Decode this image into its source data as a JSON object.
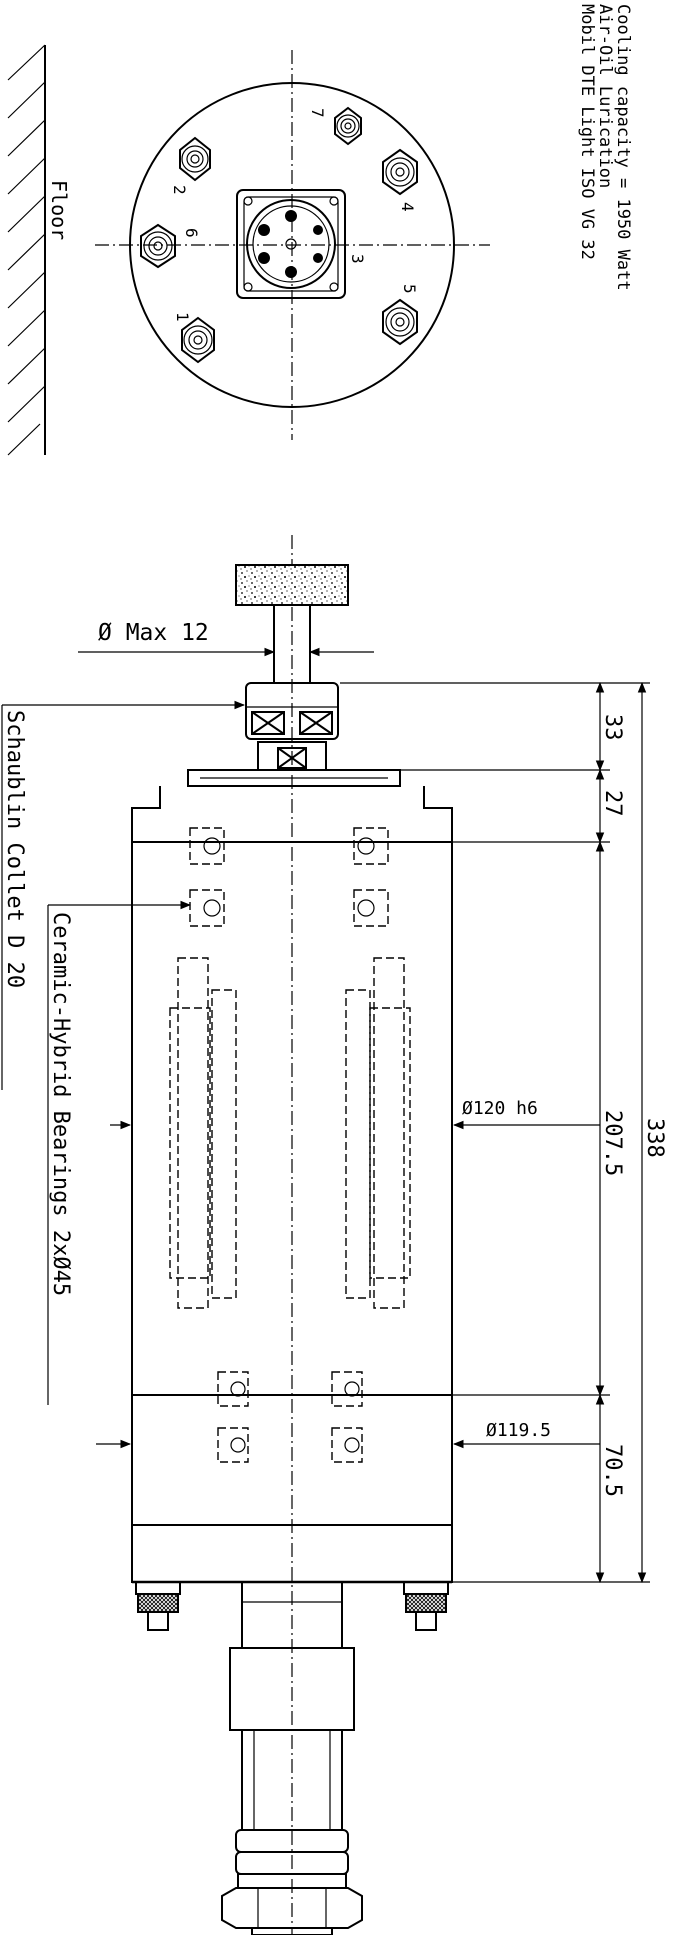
{
  "notes": {
    "cooling": "Cooling capacity = 1950 Watt",
    "lubrication": "Air-Oil Lurication",
    "oil": "Mobil DTE Light ISO VG 32"
  },
  "floor_label": "Floor",
  "ports": [
    "1",
    "2",
    "3",
    "4",
    "5",
    "6",
    "7"
  ],
  "dimensions": {
    "max_diameter": "Ø Max 12",
    "d1": "33",
    "d2": "27",
    "d3": "207.5",
    "total": "338",
    "d4": "70.5",
    "dia_h6": "Ø120 h6",
    "dia_2": "Ø119.5"
  },
  "callouts": {
    "collet": "Schaublin Collet D 20",
    "bearings": "Ceramic-Hybrid Bearings 2xØ45"
  }
}
